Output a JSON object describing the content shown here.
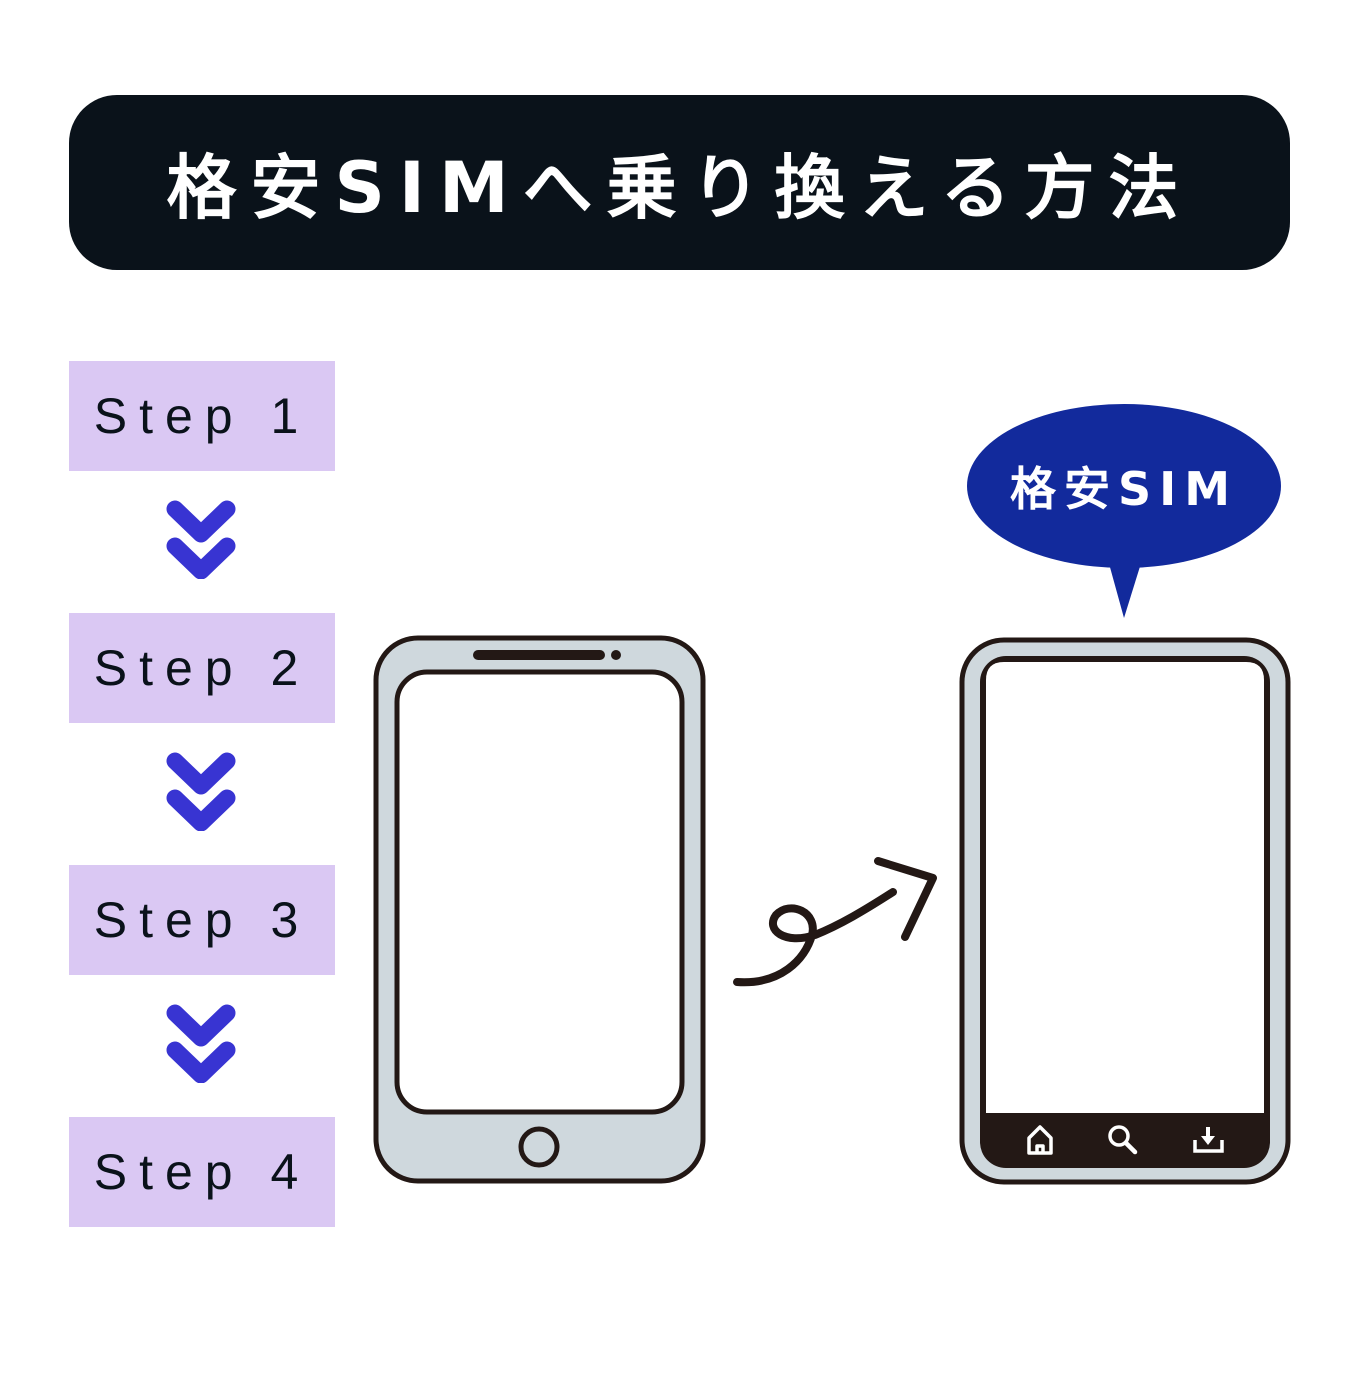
{
  "title": "格安SIMへ乗り換える方法",
  "steps": [
    {
      "label": "Step 1"
    },
    {
      "label": "Step 2"
    },
    {
      "label": "Step 3"
    },
    {
      "label": "Step 4"
    }
  ],
  "bubble": {
    "label": "格安SIM"
  },
  "colors": {
    "title_bg": "#0a121a",
    "step_bg": "#dac8f3",
    "chevron": "#3834d2",
    "bubble": "#122a9c",
    "phone_body": "#cfd8dd",
    "outline": "#231815"
  }
}
